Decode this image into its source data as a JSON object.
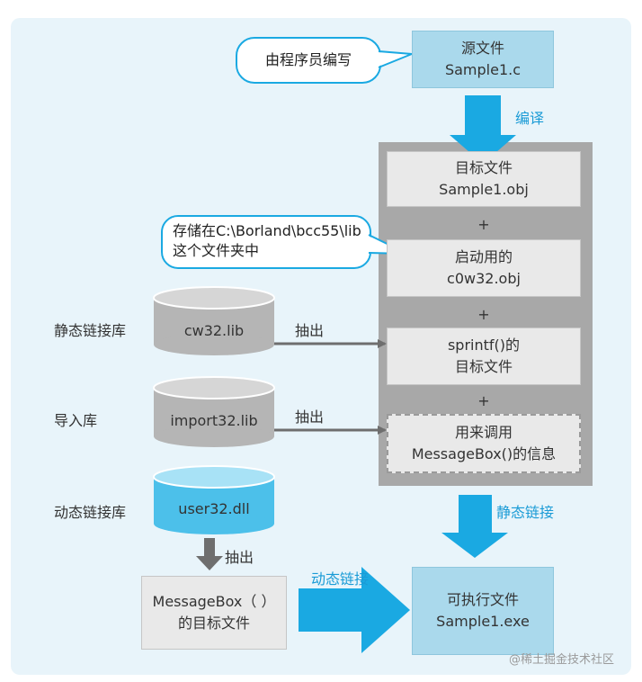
{
  "source_file": {
    "line1": "源文件",
    "line2": "Sample1.c"
  },
  "callout_programmer": "由程序员编写",
  "compile_label": "编译",
  "object_file": {
    "line1": "目标文件",
    "line2": "Sample1.obj"
  },
  "callout_location": {
    "line1": "存储在C:\\Borland\\bcc55\\lib",
    "line2": "这个文件夹中"
  },
  "startup_obj": {
    "line1": "启动用的",
    "line2": "c0w32.obj"
  },
  "sprintf_obj": {
    "line1": "sprintf()的",
    "line2": "目标文件"
  },
  "messagebox_info": {
    "line1": "用来调用",
    "line2": "MessageBox()的信息"
  },
  "plus_sign": "+",
  "static_lib_label": "静态链接库",
  "import_lib_label": "导入库",
  "dynamic_lib_label": "动态链接库",
  "cw32": "cw32.lib",
  "import32": "import32.lib",
  "user32": "user32.dll",
  "extract_label": "抽出",
  "static_link_label": "静态链接",
  "dynamic_link_label": "动态链接",
  "messagebox_obj": {
    "line1": "MessageBox（ ）",
    "line2": "的目标文件"
  },
  "executable": {
    "line1": "可执行文件",
    "line2": "Sample1.exe"
  },
  "watermark": "@稀土掘金技术社区",
  "colors": {
    "panel_bg": "#e8f4fa",
    "light_blue_box": "#aad9ec",
    "arrow_blue": "#1aa9e2",
    "cylinder_gray": "#b5b5b5",
    "container_gray": "#a8a8a8",
    "arrow_gray": "#707070"
  }
}
